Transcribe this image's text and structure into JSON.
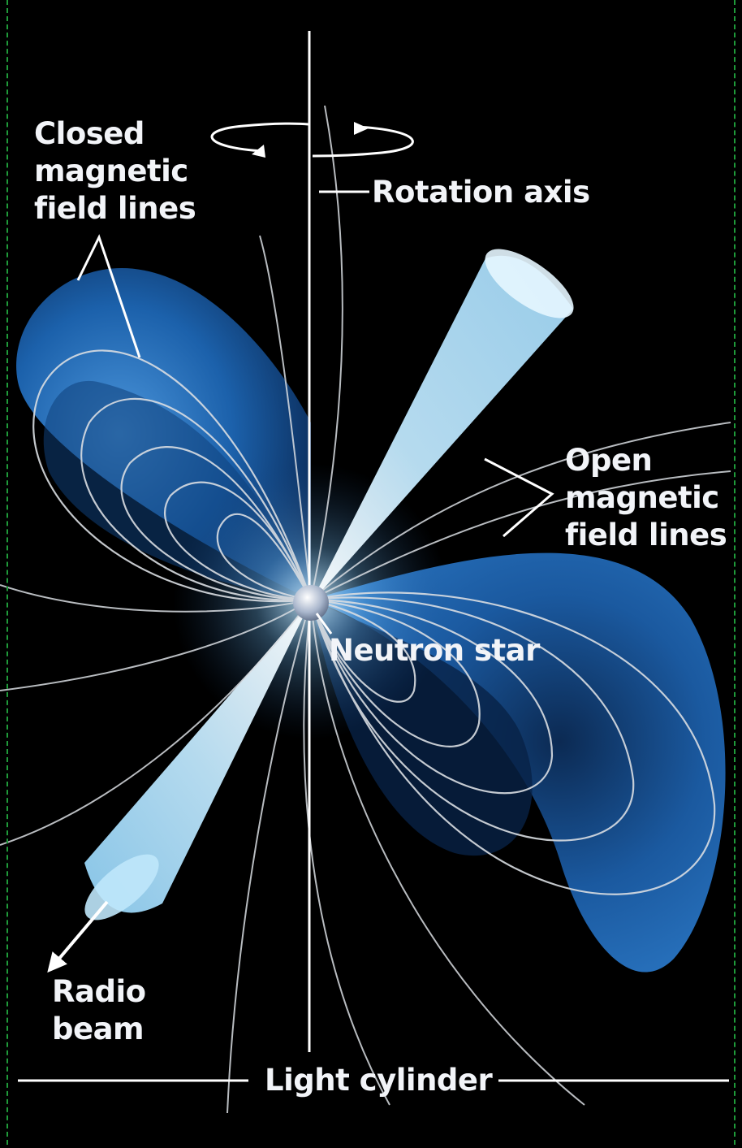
{
  "labels": {
    "closed_field": "Closed\nmagnetic\nfield lines",
    "rotation_axis": "Rotation axis",
    "open_field": "Open\nmagnetic\nfield lines",
    "neutron_star": "Neutron star",
    "radio_beam": "Radio\nbeam",
    "light_cylinder": "Light cylinder"
  },
  "colors": {
    "background": "#000000",
    "torus": "#1f6fc0",
    "beam": "#cfeeff",
    "field_line": "#d9dde2",
    "label": "#f2f4f8",
    "edge_guides": "#1f9a3a"
  }
}
